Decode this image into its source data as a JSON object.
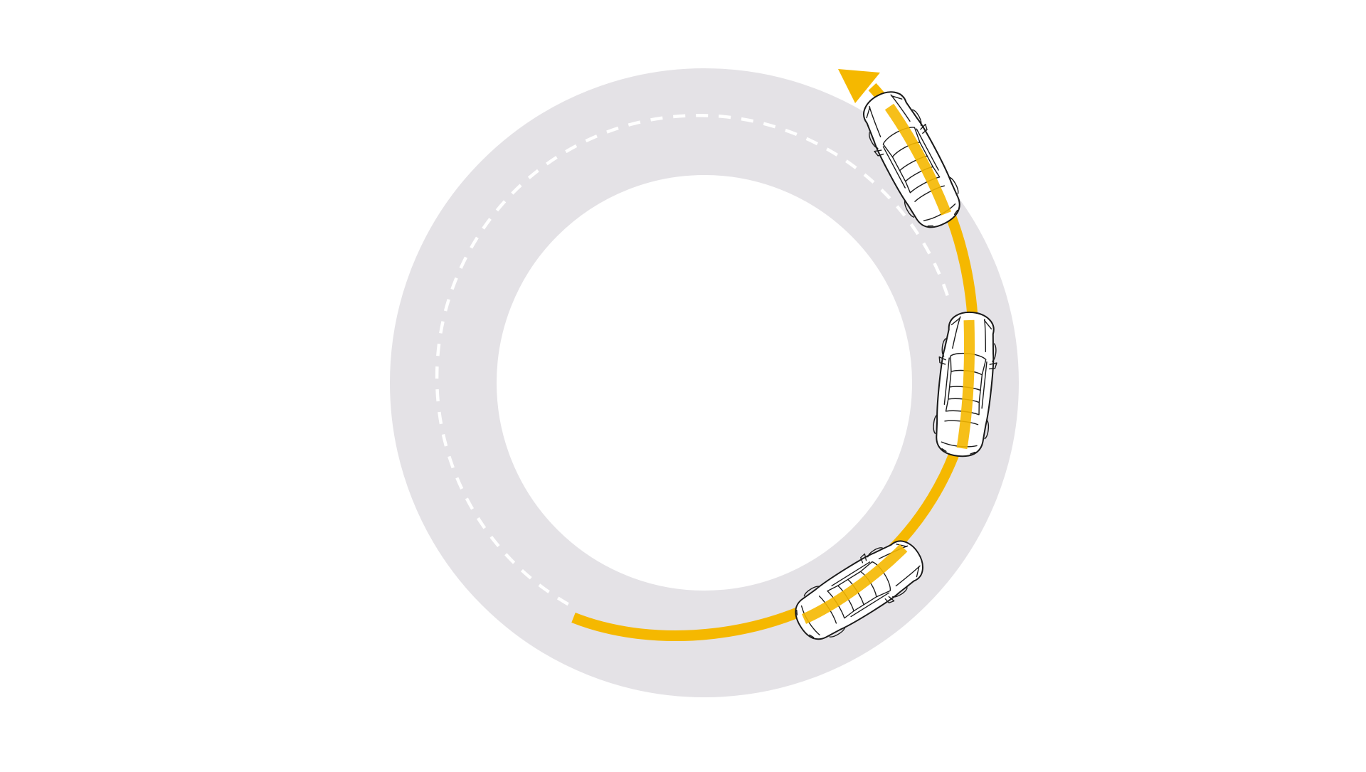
{
  "diagram": {
    "subject": "vehicle-driving-curved-path-on-circular-road",
    "colors": {
      "background": "#ffffff",
      "road": "#e4e2e6",
      "lane_marking": "#ffffff",
      "path": "#f5b800",
      "car_outline": "#1a1a1a",
      "car_fill": "#ffffff"
    },
    "cars": [
      {
        "id": "car-lower"
      },
      {
        "id": "car-middle"
      },
      {
        "id": "car-upper"
      }
    ]
  }
}
